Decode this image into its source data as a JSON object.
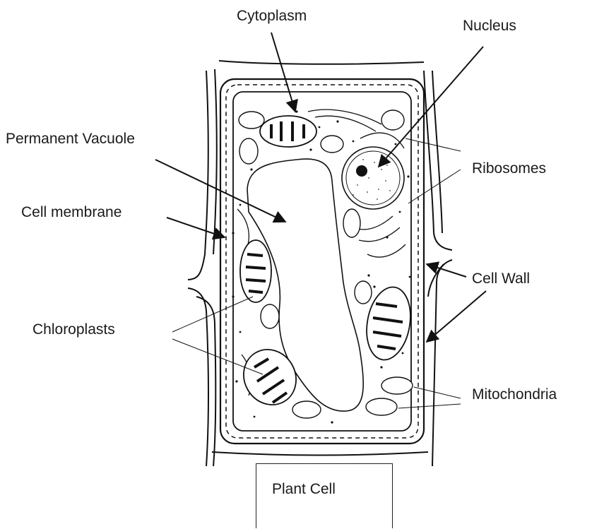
{
  "labels": {
    "cytoplasm": "Cytoplasm",
    "nucleus": "Nucleus",
    "permanent_vacuole": "Permanent Vacuole",
    "ribosomes": "Ribosomes",
    "cell_membrane": "Cell membrane",
    "cell_wall": "Cell Wall",
    "chloroplasts": "Chloroplasts",
    "mitochondria": "Mitochondria"
  },
  "title": "Plant Cell"
}
